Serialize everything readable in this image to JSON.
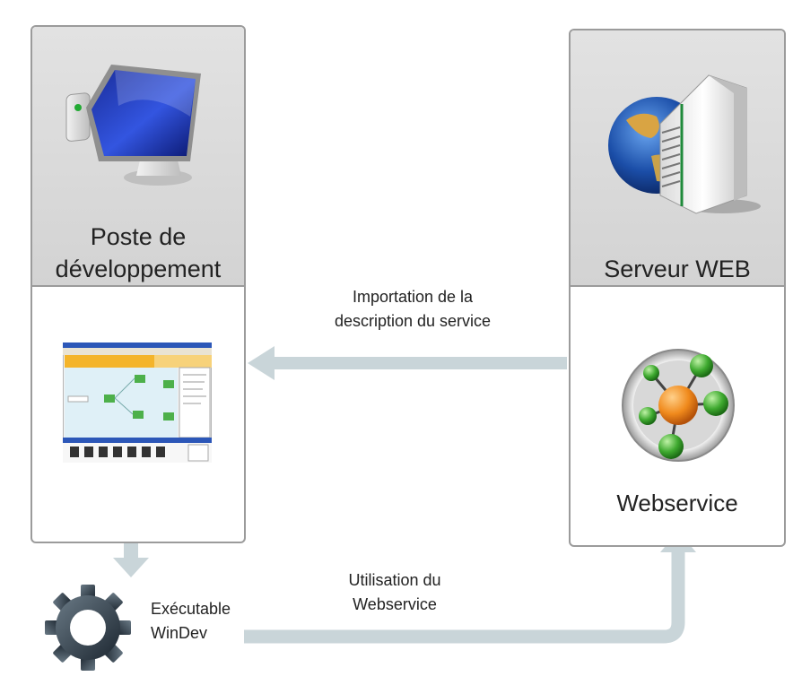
{
  "dev_panel": {
    "title_line1": "Poste de",
    "title_line2": "développement"
  },
  "server_panel": {
    "title": "Serveur WEB",
    "service_label": "Webservice"
  },
  "import_label": {
    "line1": "Importation de la",
    "line2": "description du service"
  },
  "usage_label": {
    "line1": "Utilisation du",
    "line2": "Webservice"
  },
  "exe_label": {
    "line1": "Exécutable",
    "line2": "WinDev"
  },
  "colors": {
    "arrow": "#c9d5d9",
    "panel_border": "#9b9b9b",
    "panel_header": "#d6d6d6"
  }
}
